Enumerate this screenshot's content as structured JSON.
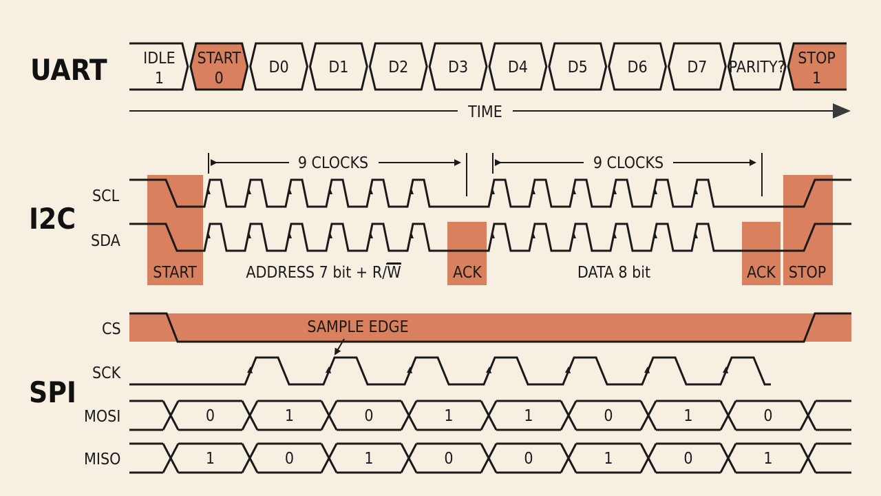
{
  "colors": {
    "background": "#f6efe2",
    "highlight": "#d9805e",
    "ink": "#1a1a1a"
  },
  "uart": {
    "label": "UART",
    "frames": [
      {
        "top": "IDLE",
        "bottom": "1",
        "highlight": false
      },
      {
        "top": "START",
        "bottom": "0",
        "highlight": true
      },
      {
        "top": "D0",
        "bottom": "",
        "highlight": false
      },
      {
        "top": "D1",
        "bottom": "",
        "highlight": false
      },
      {
        "top": "D2",
        "bottom": "",
        "highlight": false
      },
      {
        "top": "D3",
        "bottom": "",
        "highlight": false
      },
      {
        "top": "D4",
        "bottom": "",
        "highlight": false
      },
      {
        "top": "D5",
        "bottom": "",
        "highlight": false
      },
      {
        "top": "D6",
        "bottom": "",
        "highlight": false
      },
      {
        "top": "D7",
        "bottom": "",
        "highlight": false
      },
      {
        "top": "PARITY?",
        "bottom": "",
        "highlight": false
      },
      {
        "top": "STOP",
        "bottom": "1",
        "highlight": true
      }
    ],
    "time_label": "TIME"
  },
  "i2c": {
    "label": "I2C",
    "scl_label": "SCL",
    "sda_label": "SDA",
    "clocks_label_1": "9 CLOCKS",
    "clocks_label_2": "9 CLOCKS",
    "start_label": "START",
    "address_label": "ADDRESS 7 bit + R/",
    "address_overbar": "W",
    "ack_label_1": "ACK",
    "data_label": "DATA 8 bit",
    "ack_label_2": "ACK",
    "stop_label": "STOP"
  },
  "spi": {
    "label": "SPI",
    "cs_label": "CS",
    "sample_edge_label": "SAMPLE EDGE",
    "sck_label": "SCK",
    "mosi_label": "MOSI",
    "miso_label": "MISO",
    "mosi_bits": [
      "0",
      "1",
      "0",
      "1",
      "1",
      "0",
      "1",
      "0"
    ],
    "miso_bits": [
      "1",
      "0",
      "1",
      "0",
      "0",
      "1",
      "0",
      "1"
    ]
  }
}
